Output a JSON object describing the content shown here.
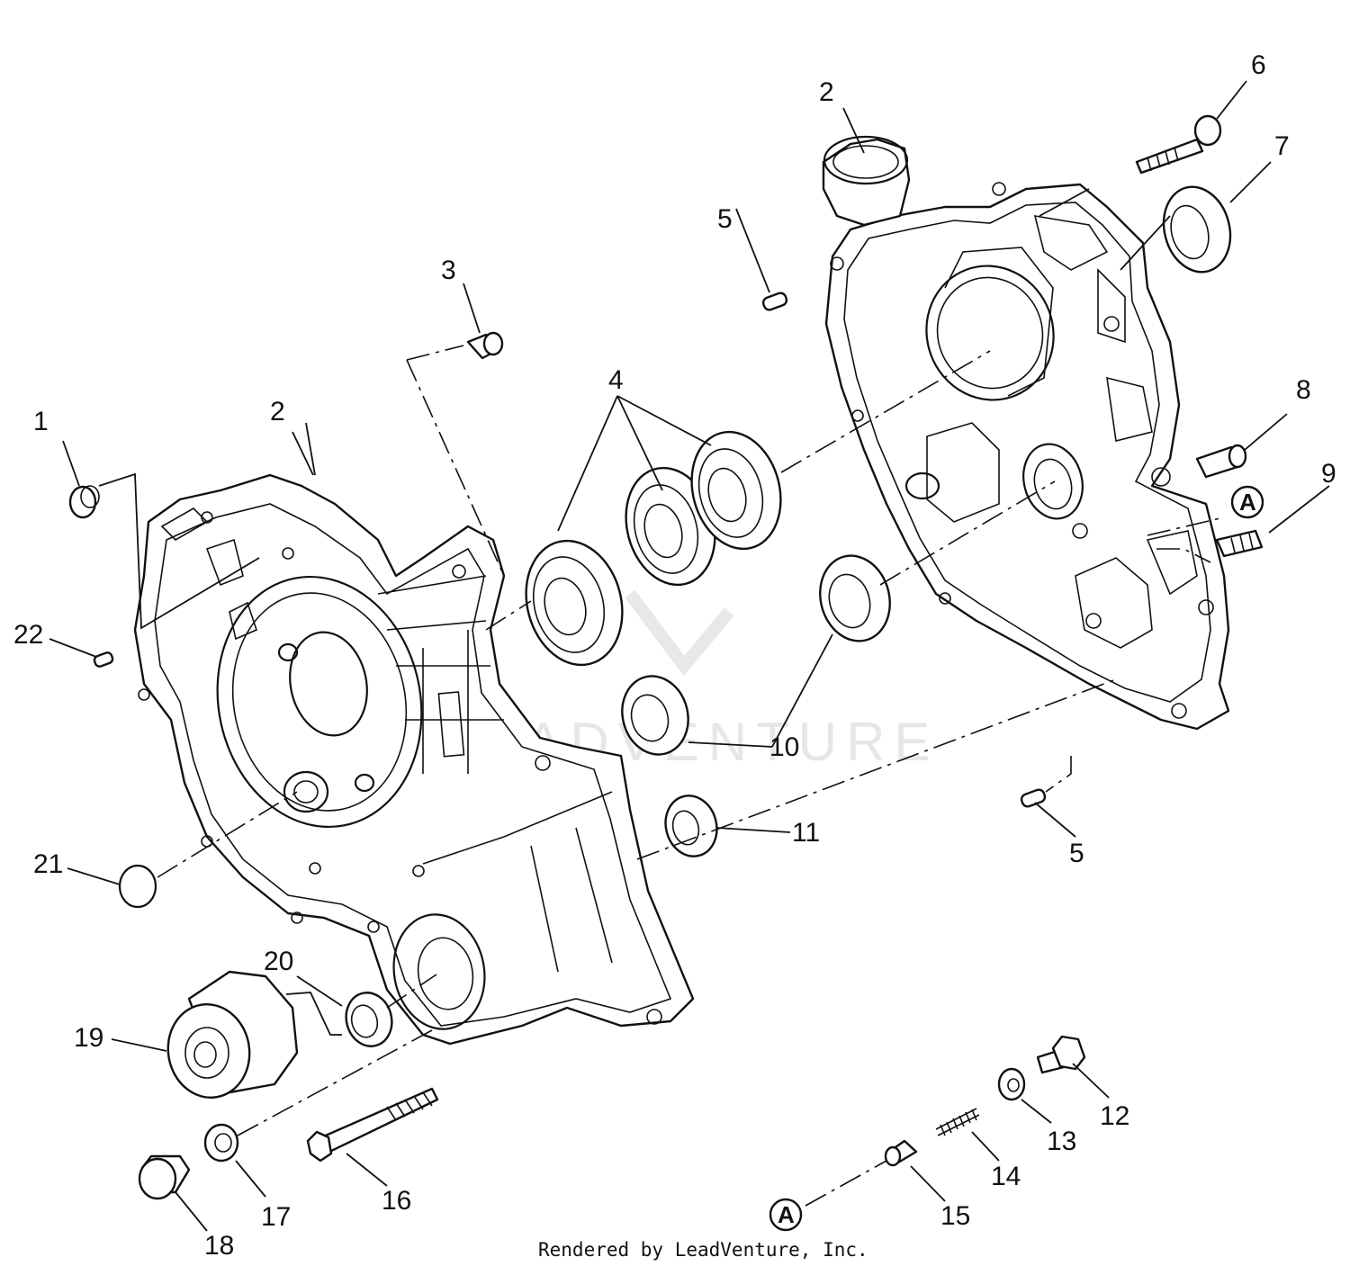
{
  "callouts": [
    {
      "id": "1",
      "label": "1"
    },
    {
      "id": "2a",
      "label": "2"
    },
    {
      "id": "2b",
      "label": "2"
    },
    {
      "id": "3",
      "label": "3"
    },
    {
      "id": "4",
      "label": "4"
    },
    {
      "id": "5a",
      "label": "5"
    },
    {
      "id": "5b",
      "label": "5"
    },
    {
      "id": "6",
      "label": "6"
    },
    {
      "id": "7",
      "label": "7"
    },
    {
      "id": "8",
      "label": "8"
    },
    {
      "id": "9",
      "label": "9"
    },
    {
      "id": "10",
      "label": "10"
    },
    {
      "id": "11",
      "label": "11"
    },
    {
      "id": "12",
      "label": "12"
    },
    {
      "id": "13",
      "label": "13"
    },
    {
      "id": "14",
      "label": "14"
    },
    {
      "id": "15",
      "label": "15"
    },
    {
      "id": "16",
      "label": "16"
    },
    {
      "id": "17",
      "label": "17"
    },
    {
      "id": "18",
      "label": "18"
    },
    {
      "id": "19",
      "label": "19"
    },
    {
      "id": "20",
      "label": "20"
    },
    {
      "id": "21",
      "label": "21"
    },
    {
      "id": "22",
      "label": "22"
    }
  ],
  "reference_markers": [
    {
      "id": "A-upper",
      "label": "A"
    },
    {
      "id": "A-lower",
      "label": "A"
    }
  ],
  "watermark": "LEADVENTURE",
  "footer": "Rendered by LeadVenture, Inc."
}
